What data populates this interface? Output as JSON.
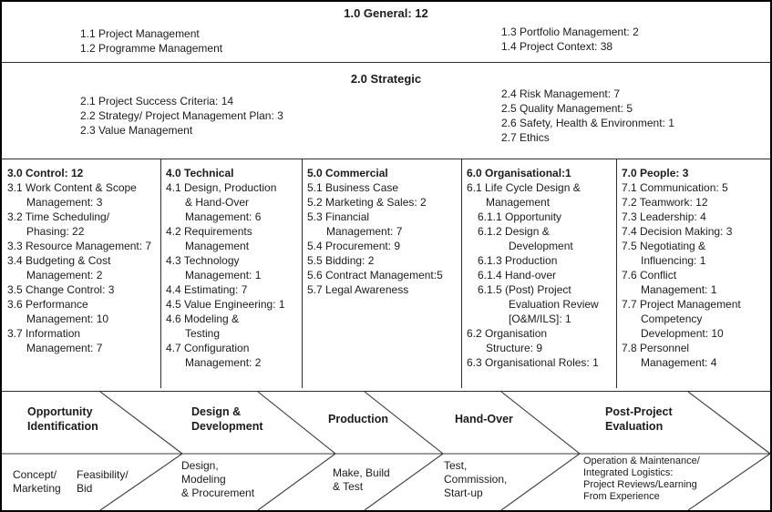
{
  "colors": {
    "background": "#ffffff",
    "text": "#1b1b1b",
    "line": "#2e2e2e"
  },
  "sections": [
    {
      "title": "1.0 General: 12",
      "left_items": [
        "1.1 Project Management",
        "1.2 Programme Management"
      ],
      "right_items": [
        "1.3 Portfolio Management: 2",
        "1.4 Project Context: 38"
      ]
    },
    {
      "title": "2.0 Strategic",
      "left_items": [
        "2.1 Project Success Criteria: 14",
        "2.2 Strategy/ Project Management Plan: 3",
        "2.3 Value Management"
      ],
      "right_items": [
        "2.4 Risk Management: 7",
        "2.5 Quality Management: 5",
        "2.6 Safety, Health & Environment: 1",
        "2.7 Ethics"
      ]
    }
  ],
  "columns": [
    {
      "header": "3.0 Control: 12",
      "items": [
        "3.1 Work Content & Scope\nManagement: 3",
        "3.2 Time Scheduling/\nPhasing: 22",
        "3.3 Resource Management: 7",
        "3.4 Budgeting & Cost\nManagement: 2",
        "3.5 Change Control: 3",
        "3.6 Performance\nManagement: 10",
        "3.7 Information\nManagement: 7"
      ]
    },
    {
      "header": "4.0 Technical",
      "items": [
        "4.1 Design, Production\n& Hand-Over\nManagement: 6",
        "4.2 Requirements\nManagement",
        "4.3 Technology\nManagement: 1",
        "4.4 Estimating: 7",
        "4.5 Value Engineering: 1",
        "4.6 Modeling &\nTesting",
        "4.7 Configuration\nManagement: 2"
      ]
    },
    {
      "header": "5.0 Commercial",
      "items": [
        "5.1 Business Case",
        "5.2 Marketing & Sales: 2",
        "5.3 Financial\nManagement: 7",
        "5.4 Procurement: 9",
        "5.5 Bidding: 2",
        "5.6 Contract Management:5",
        "5.7 Legal Awareness"
      ]
    },
    {
      "header": "6.0 Organisational:1",
      "items": [
        "6.1 Life Cycle Design &\nManagement",
        "6.1.1 Opportunity",
        "6.1.2 Design &\nDevelopment",
        "6.1.3 Production",
        "6.1.4 Hand-over",
        "6.1.5 (Post) Project\nEvaluation Review\n[O&M/ILS]: 1",
        "6.2 Organisation\nStructure: 9",
        "6.3 Organisational Roles: 1"
      ]
    },
    {
      "header": "7.0 People: 3",
      "items": [
        "7.1 Communication: 5",
        "7.2 Teamwork: 12",
        "7.3 Leadership: 4",
        "7.4 Decision Making: 3",
        "7.5 Negotiating &\nInfluencing: 1",
        "7.6 Conflict\nManagement: 1",
        "7.7 Project Management\nCompetency\nDevelopment: 10",
        "7.8 Personnel\nManagement: 4"
      ]
    }
  ],
  "process_flow": {
    "phases": [
      "Opportunity\nIdentification",
      "Design &\nDevelopment",
      "Production",
      "Hand-Over",
      "Post-Project\nEvaluation"
    ],
    "stages": [
      "Concept/\nMarketing",
      "Feasibility/\nBid",
      "Design,\nModeling\n& Procurement",
      "Make, Build\n& Test",
      "Test,\nCommission,\nStart-up",
      "Operation & Maintenance/\nIntegrated Logistics:\nProject Reviews/Learning\nFrom Experience"
    ]
  }
}
